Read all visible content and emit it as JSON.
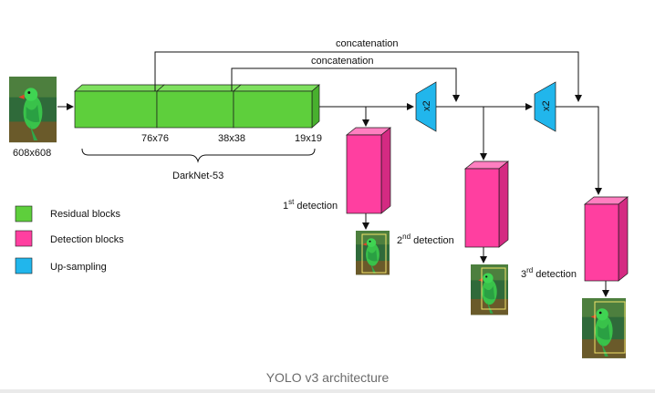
{
  "diagram": {
    "input_size": "608x608",
    "backbone_label": "DarkNet-53",
    "scales": [
      "76x76",
      "38x38",
      "19x19"
    ],
    "concat_top": "concatenation",
    "concat_bottom": "concatenation",
    "upsample_labels": [
      "x2",
      "x2"
    ],
    "detections": [
      {
        "number": "1",
        "suffix": "st",
        "text": " detection"
      },
      {
        "number": "2",
        "suffix": "nd",
        "text": " detection"
      },
      {
        "number": "3",
        "suffix": "rd",
        "text": " detection"
      }
    ],
    "legend": [
      {
        "label": "Residual blocks",
        "color": "#5ecf3c"
      },
      {
        "label": "Detection blocks",
        "color": "#ff3fa0"
      },
      {
        "label": "Up-sampling",
        "color": "#21b6ec"
      }
    ]
  },
  "caption": "YOLO v3 architecture",
  "colors": {
    "residual": "#5ecf3c",
    "detection": "#ff3fa0",
    "upsample": "#21b6ec",
    "line": "#111111"
  }
}
